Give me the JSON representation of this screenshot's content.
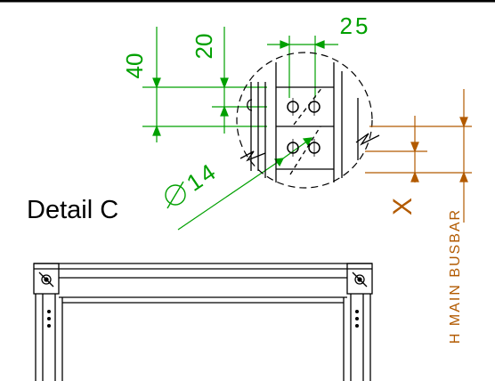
{
  "drawing": {
    "detail_label": "Detail C",
    "dimensions": {
      "d40": "40",
      "d20": "20",
      "d25": "25",
      "diameter": "14",
      "x_label": "X",
      "main_busbar": "H MAIN BUSBAR"
    },
    "colors": {
      "dimension": "#00a000",
      "annotation": "#b25a00",
      "outline": "#000000"
    }
  }
}
